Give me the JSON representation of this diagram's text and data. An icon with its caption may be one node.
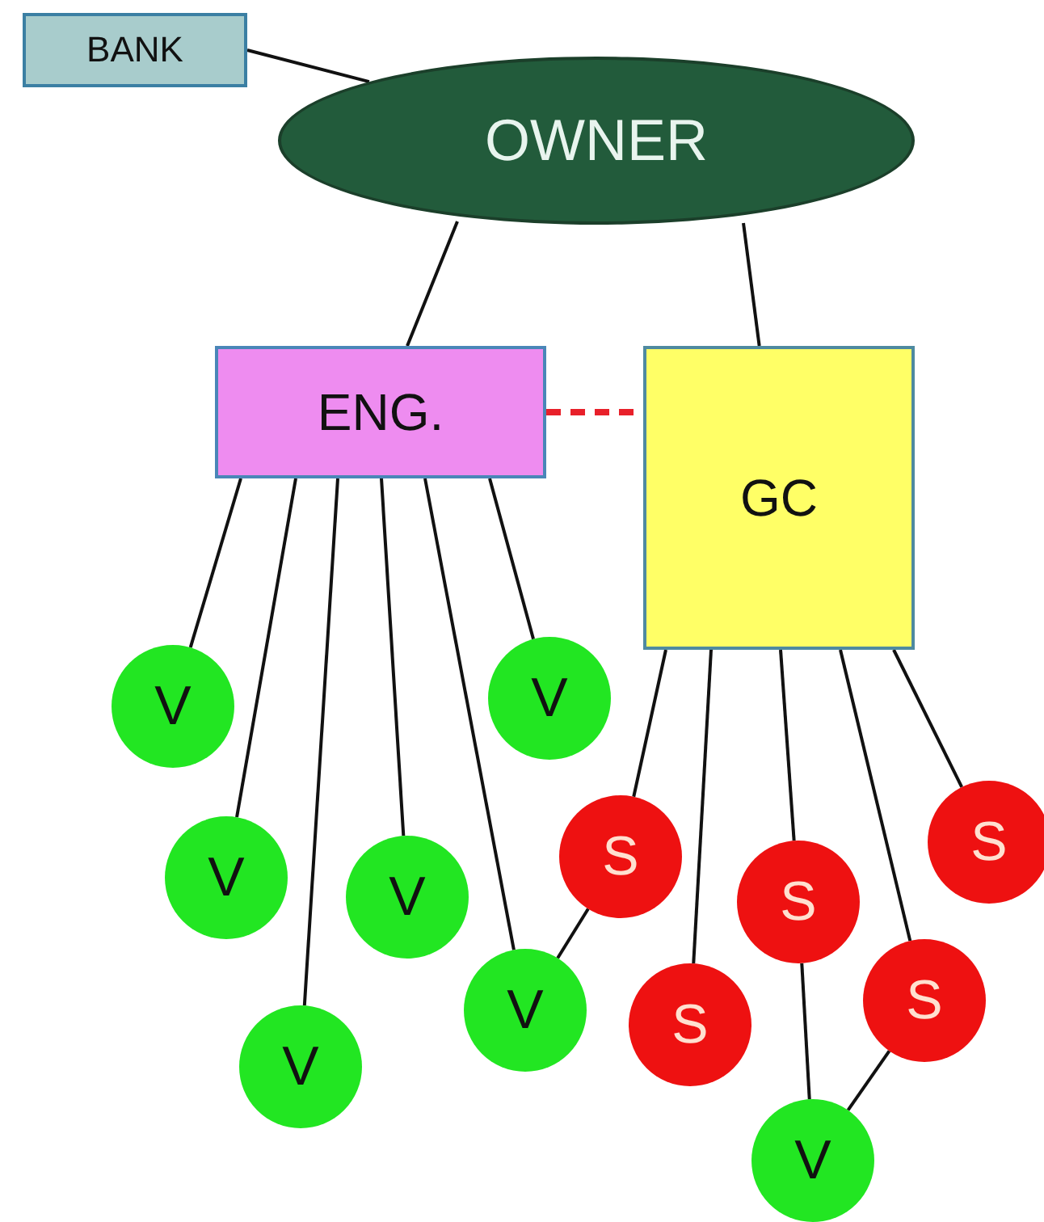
{
  "diagram": {
    "nodes": [
      {
        "text": [
          "BANK"
        ]
      },
      {
        "text": [
          "OWNER"
        ]
      },
      {
        "text": [
          "ENG."
        ]
      },
      {
        "text": [
          "GC"
        ]
      },
      {
        "text": [
          "V"
        ]
      },
      {
        "text": [
          "V"
        ]
      },
      {
        "text": [
          "S"
        ]
      },
      {
        "text": [
          "S"
        ]
      },
      {
        "text": [
          "V"
        ]
      },
      {
        "text": [
          "V"
        ]
      },
      {
        "text": [
          "S"
        ]
      },
      {
        "text": [
          "S"
        ]
      },
      {
        "text": [
          "V"
        ]
      },
      {
        "text": [
          "S"
        ]
      },
      {
        "text": [
          "V"
        ]
      },
      {
        "text": [
          "V"
        ]
      }
    ],
    "edges": [
      {
        "from": 0,
        "to": 1,
        "arrow": "none"
      },
      {
        "from": 1,
        "to": 2,
        "arrow": "none"
      },
      {
        "from": 1,
        "to": 3,
        "arrow": "none"
      },
      {
        "from": 2,
        "to": 3,
        "arrow": "none",
        "style": "dashed",
        "color": "#e8202a"
      },
      {
        "from": 2,
        "to": 4,
        "arrow": "none"
      },
      {
        "from": 2,
        "to": 8,
        "arrow": "none"
      },
      {
        "from": 2,
        "to": 14,
        "arrow": "none"
      },
      {
        "from": 2,
        "to": 9,
        "arrow": "none"
      },
      {
        "from": 2,
        "to": 12,
        "arrow": "none"
      },
      {
        "from": 2,
        "to": 5,
        "arrow": "none"
      },
      {
        "from": 3,
        "to": 7,
        "arrow": "none"
      },
      {
        "from": 3,
        "to": 13,
        "arrow": "none"
      },
      {
        "from": 3,
        "to": 10,
        "arrow": "none"
      },
      {
        "from": 3,
        "to": 11,
        "arrow": "none"
      },
      {
        "from": 3,
        "to": 6,
        "arrow": "none"
      },
      {
        "from": 7,
        "to": 12,
        "arrow": "none"
      },
      {
        "from": 10,
        "to": 15,
        "arrow": "none"
      },
      {
        "from": 11,
        "to": 15,
        "arrow": "none"
      }
    ]
  }
}
